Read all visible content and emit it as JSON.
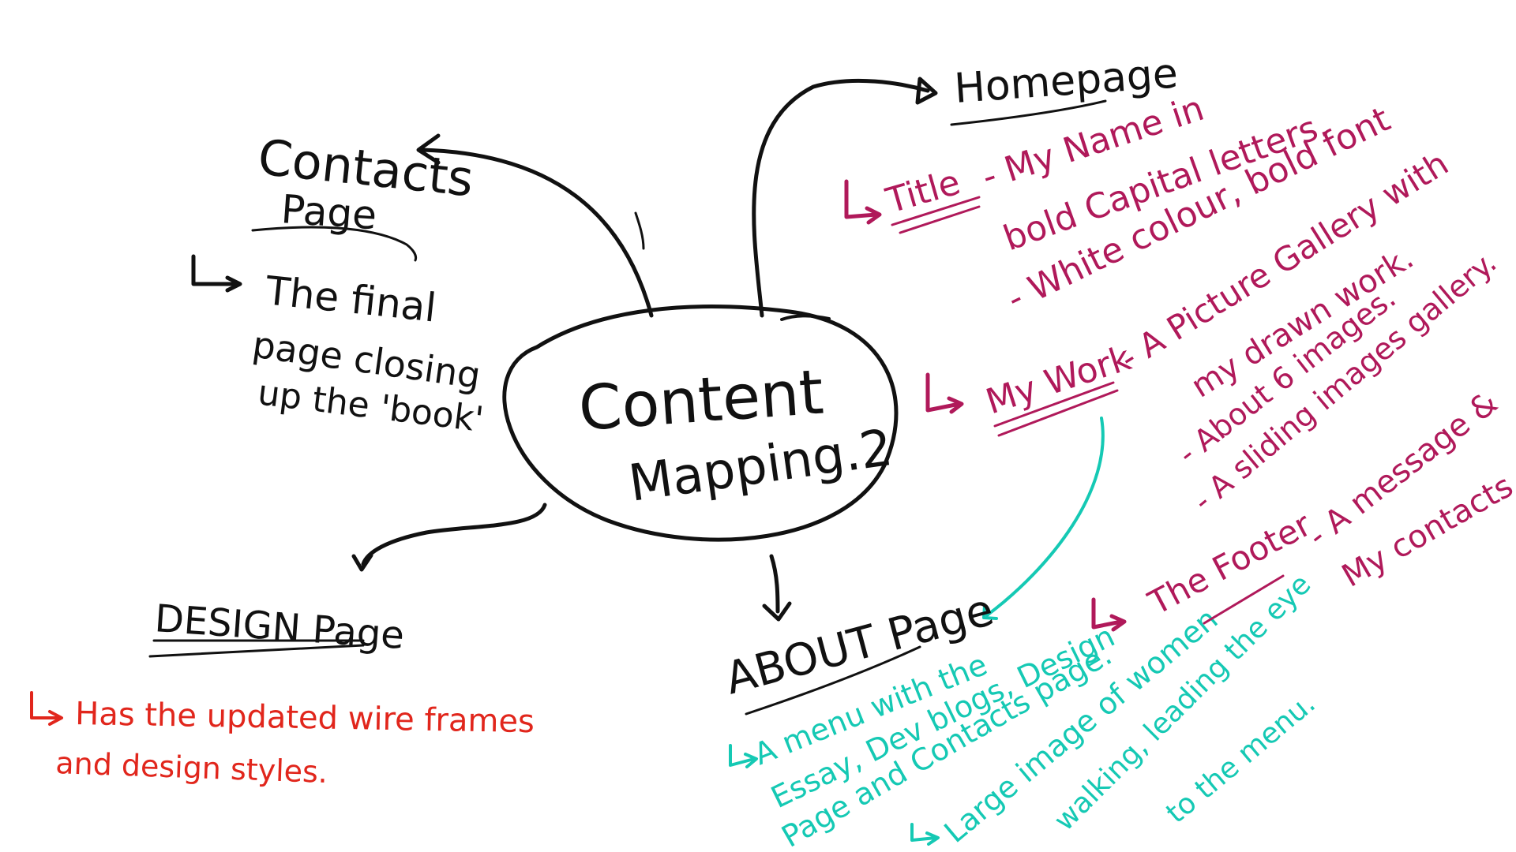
{
  "center": {
    "line1": "Content",
    "line2": "Mapping.2"
  },
  "homepage": {
    "heading": "Homepage",
    "title_label": "Title",
    "title_text_1": "- My Name in",
    "title_text_2": "bold Capital letters.",
    "title_text_3": "- White colour, bold font",
    "mywork_label": "My Work",
    "mywork_text_1": "- A Picture Gallery with",
    "mywork_text_2": "my drawn work.",
    "mywork_text_3": "- About 6 images.",
    "mywork_text_4": "- A sliding images gallery.",
    "footer_label": "The Footer",
    "footer_text_1": "- A message &",
    "footer_text_2": "My contacts."
  },
  "contacts": {
    "heading_1": "Contacts",
    "heading_2": "Page",
    "text_1": "The final",
    "text_2": "page closing",
    "text_3": "up the 'book'"
  },
  "design": {
    "heading": "DESIGN Page",
    "text_1": "Has the updated wire frames",
    "text_2": "and design styles."
  },
  "about": {
    "heading": "ABOUT Page",
    "text_1": "A menu with the",
    "text_2": "Essay, Dev blogs, Design",
    "text_3": "Page and Contacts page.",
    "text_4": "Large image of women",
    "text_5": "walking, leading the eye",
    "text_6": "to the menu."
  },
  "colors": {
    "ink": "#111111",
    "homepage_notes": "#b0195a",
    "design_notes": "#e1261c",
    "about_notes": "#15c9b4"
  }
}
